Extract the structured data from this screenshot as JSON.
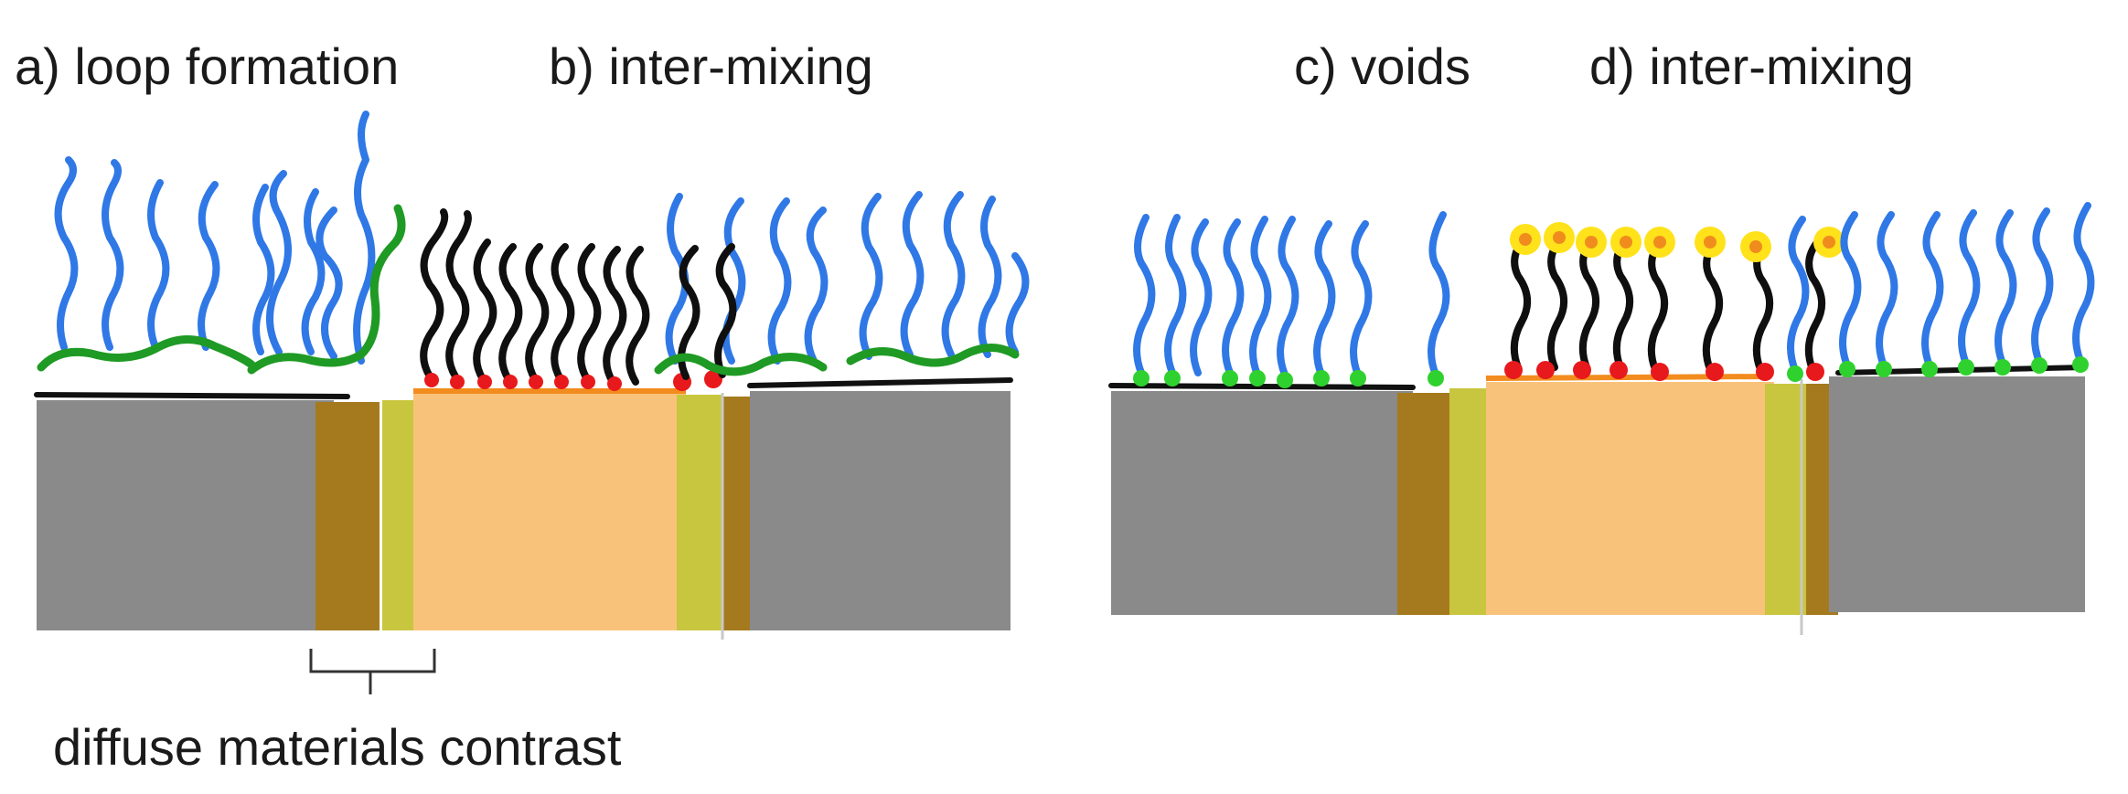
{
  "labels": {
    "a": "a) loop formation",
    "b": "b) inter-mixing",
    "c": "c) voids",
    "d": "d) inter-mixing",
    "diffuse": "diffuse materials contrast"
  },
  "colors": {
    "substrate_gray": "#8a8a8a",
    "substrate_orange": "#f9c27a",
    "interface_brown": "#a57a1e",
    "interface_olive": "#c8c63e",
    "chain_blue": "#2f78e6",
    "chain_black": "#0f0f0f",
    "chain_green": "#1f9a24",
    "anchor_red": "#e8191c",
    "anchor_green": "#2fd12f",
    "head_yellow": "#ffe21a",
    "head_orange": "#f08c1e"
  }
}
